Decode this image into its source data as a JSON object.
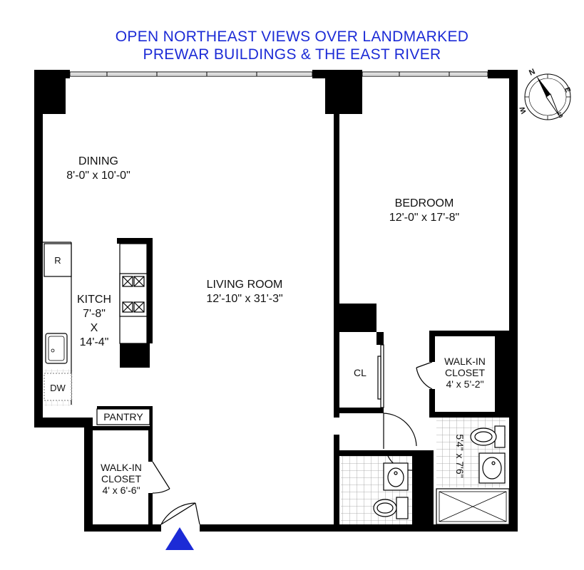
{
  "headline": {
    "line1": "OPEN NORTHEAST VIEWS OVER LANDMARKED",
    "line2": "PREWAR BUILDINGS & THE EAST RIVER"
  },
  "rooms": {
    "dining": {
      "name": "DINING",
      "dims": "8'-0\" x 10'-0\""
    },
    "living": {
      "name": "LIVING ROOM",
      "dims": "12'-10\" x 31'-3\""
    },
    "bedroom": {
      "name": "BEDROOM",
      "dims": "12'-0\" x 17'-8\""
    },
    "kitchen": {
      "name": "KITCH",
      "dim1": "7'-8\"",
      "by": "X",
      "dim2": "14'-4\""
    },
    "walkin_bedroom": {
      "line1": "WALK-IN",
      "line2": "CLOSET",
      "dims": "4' x 5'-2\""
    },
    "walkin_entry": {
      "line1": "WALK-IN",
      "line2": "CLOSET",
      "dims": "4' x 6'-6\""
    },
    "closet": {
      "name": "CL"
    },
    "pantry": {
      "name": "PANTRY"
    },
    "bath": {
      "dims": "5'4\" x 7'6\""
    }
  },
  "appliances": {
    "refrigerator": "R",
    "dishwasher": "DW"
  },
  "compass": {
    "n": "N",
    "e": "E",
    "s": "S",
    "w": "W"
  },
  "colors": {
    "headline": "#1c2bd6",
    "wall": "#000000",
    "entry_marker": "#1c2bd6",
    "tile": "#9a9a9a"
  }
}
